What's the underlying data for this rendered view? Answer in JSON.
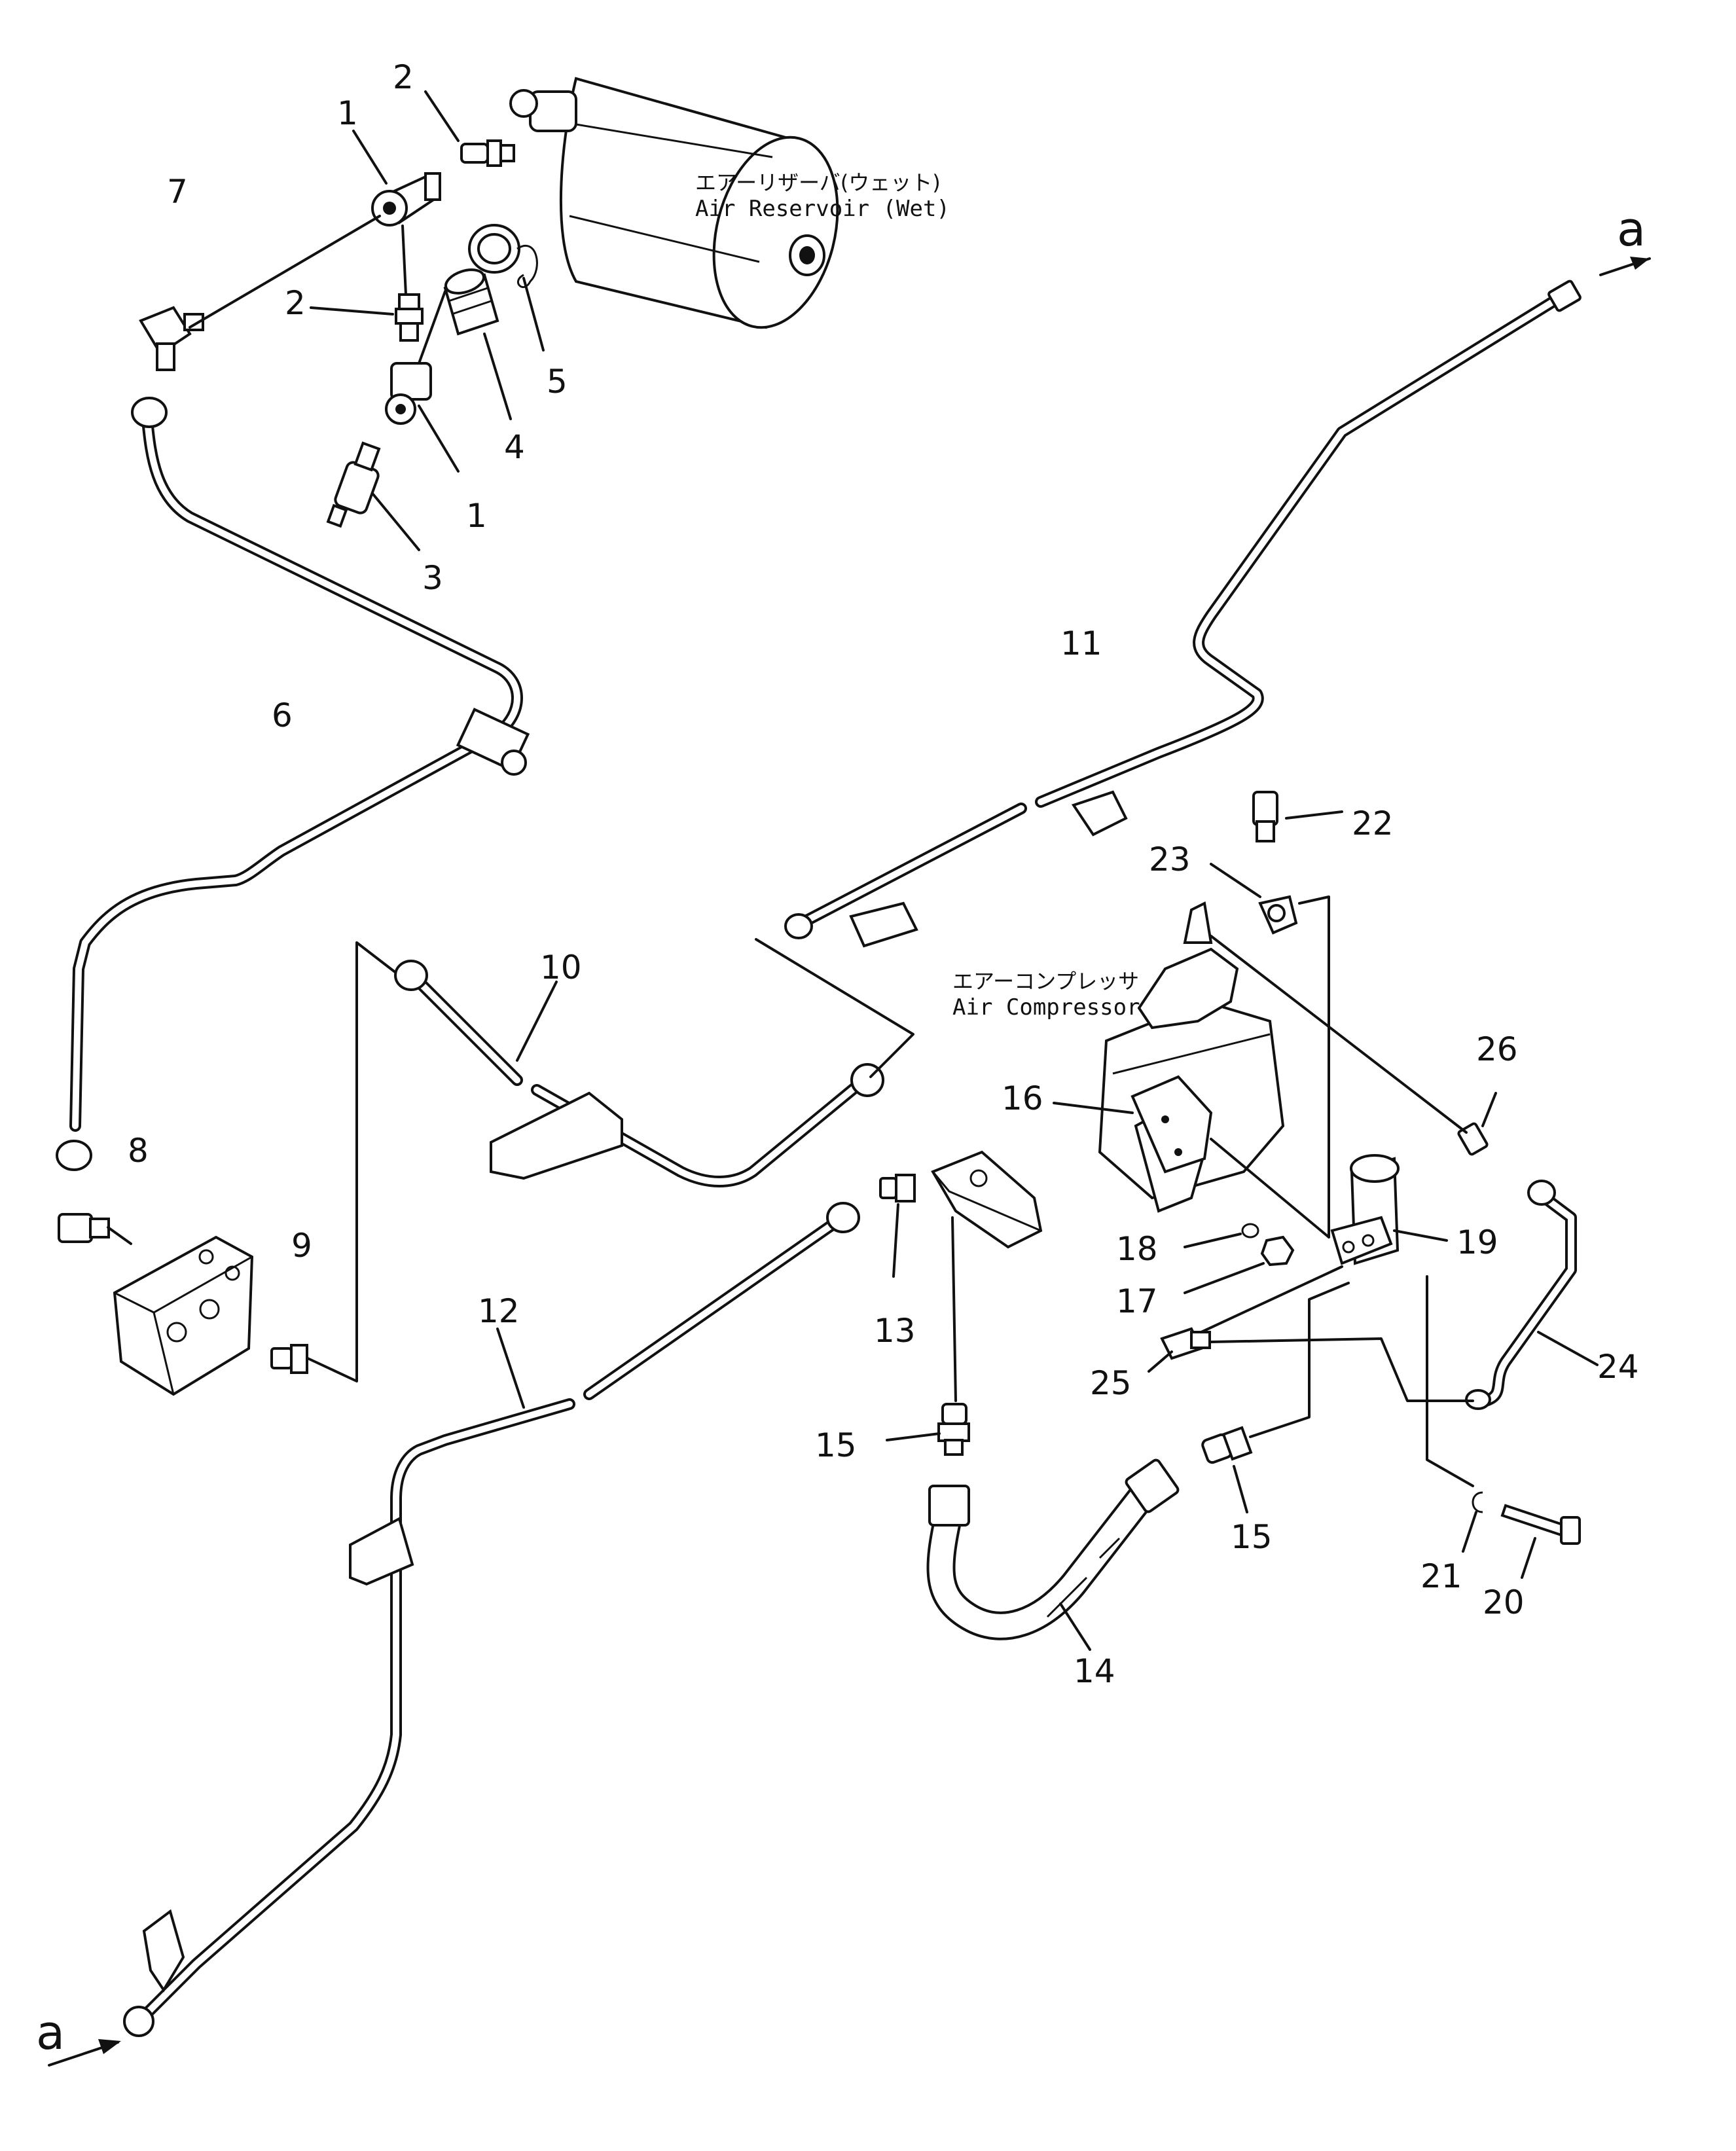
{
  "labels": {
    "air_reservoir_jp": "エアーリザーバ(ウェット)",
    "air_reservoir_en": "Air Reservoir (Wet)",
    "air_compressor_jp": "エアーコンプレッサ",
    "air_compressor_en": "Air Compressor"
  },
  "markers": {
    "top_right": "a",
    "bottom_left": "a"
  },
  "callouts": {
    "c1a": "1",
    "c1b": "1",
    "c2a": "2",
    "c2b": "2",
    "c3": "3",
    "c4": "4",
    "c5": "5",
    "c6": "6",
    "c7": "7",
    "c8": "8",
    "c9": "9",
    "c10": "10",
    "c11": "11",
    "c12": "12",
    "c13": "13",
    "c14": "14",
    "c15a": "15",
    "c15b": "15",
    "c16": "16",
    "c17": "17",
    "c18": "18",
    "c19": "19",
    "c20": "20",
    "c21": "21",
    "c22": "22",
    "c23": "23",
    "c24": "24",
    "c25": "25",
    "c26": "26"
  }
}
